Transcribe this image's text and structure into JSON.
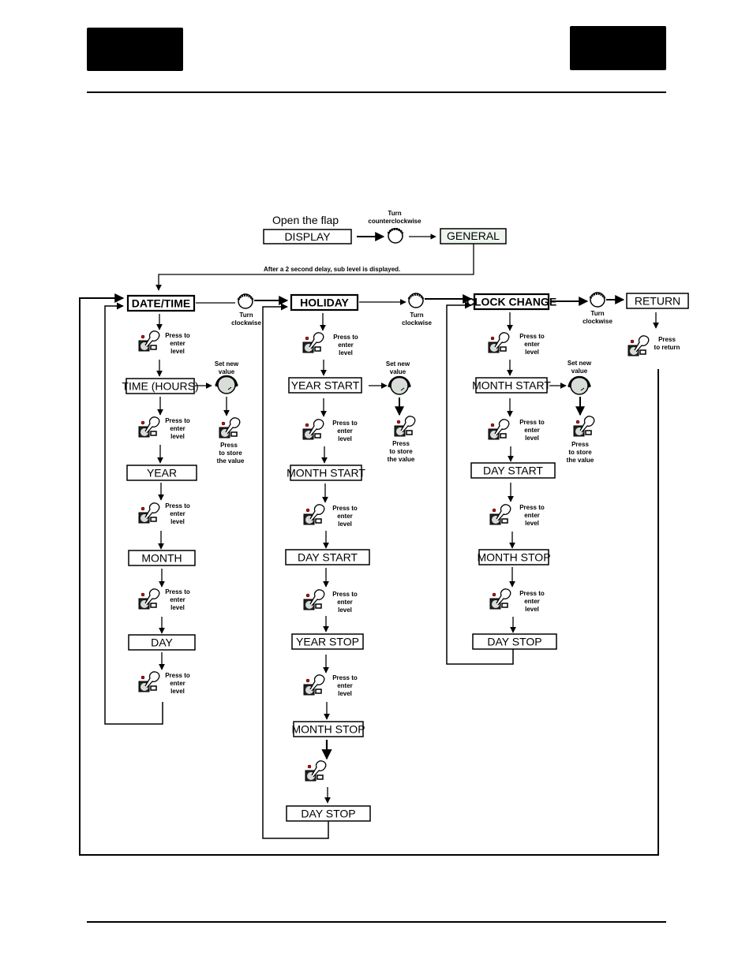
{
  "header": {
    "logo_left": "logo-block",
    "logo_right": "logo-block"
  },
  "diagram": {
    "intro": {
      "open_flap": "Open the flap",
      "display": "DISPLAY",
      "turn_ccw": [
        "Turn",
        "counterclockwise"
      ],
      "general": "GENERAL",
      "delay_note": "After a 2 second delay, sub level is displayed."
    },
    "turn_clockwise": [
      "Turn",
      "clockwise"
    ],
    "press_enter": [
      "Press to",
      "enter",
      "level"
    ],
    "set_new_value": [
      "Set new",
      "value"
    ],
    "press_store": [
      "Press",
      "to store",
      "the value"
    ],
    "press_return": [
      "Press",
      "to return"
    ],
    "columns": {
      "date_time": {
        "title": "DATE/TIME",
        "items": [
          "TIME (HOURS)",
          "YEAR",
          "MONTH",
          "DAY"
        ]
      },
      "holiday": {
        "title": "HOLIDAY",
        "items": [
          "YEAR START",
          "MONTH START",
          "DAY START",
          "YEAR STOP",
          "MONTH STOP",
          "DAY STOP"
        ]
      },
      "clock_change": {
        "title": "CLOCK CHANGE",
        "items": [
          "MONTH START",
          "DAY START",
          "MONTH STOP",
          "DAY STOP"
        ]
      },
      "return": {
        "title": "RETURN"
      }
    },
    "icons": {
      "knob": "rotary-knob-icon",
      "press": "press-button-hand-icon"
    },
    "colors": {
      "line": "#000000",
      "knob_fill": "#d8ddd8",
      "button_dot": "#cc0000",
      "general_fill": "#eef5ef"
    }
  }
}
